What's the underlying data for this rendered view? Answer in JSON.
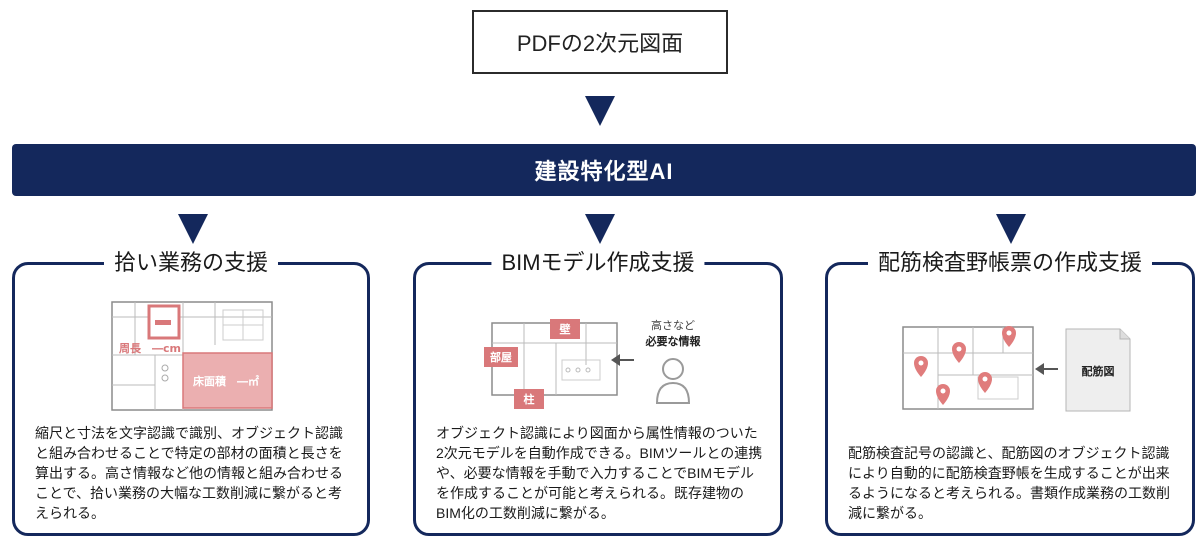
{
  "top_box": {
    "label": "PDFの2次元図面"
  },
  "ai_bar": {
    "label": "建設特化型AI"
  },
  "cards": [
    {
      "title": "拾い業務の支援",
      "image_labels": {
        "perimeter": "周長　―cm",
        "area": "床面積　―㎡"
      },
      "text": "縮尺と寸法を文字認識で識別、オブジェクト認識と組み合わせることで特定の部材の面積と長さを算出する。高さ情報など他の情報と組み合わせることで、拾い業務の大幅な工数削減に繋がると考えられる。"
    },
    {
      "title": "BIMモデル作成支援",
      "image_labels": {
        "wall": "壁",
        "room": "部屋",
        "column": "柱",
        "height_line1": "高さなど",
        "height_line2": "必要な情報"
      },
      "text": "オブジェクト認識により図面から属性情報のついた2次元モデルを自動作成できる。BIMツールとの連携や、必要な情報を手動で入力することでBIMモデルを作成することが可能と考えられる。既存建物のBIM化の工数削減に繋がる。"
    },
    {
      "title": "配筋検査野帳票の作成支援",
      "image_labels": {
        "doc": "配筋図"
      },
      "text": "配筋検査記号の認識と、配筋図のオブジェクト認識により自動的に配筋検査野帳を生成することが出来るようになると考えられる。書類作成業務の工数削減に繋がる。"
    }
  ],
  "colors": {
    "navy": "#14285c",
    "highlight": "#d9787a",
    "highlight_light": "#e7a1a2",
    "plan_line": "#8c8c8c"
  }
}
